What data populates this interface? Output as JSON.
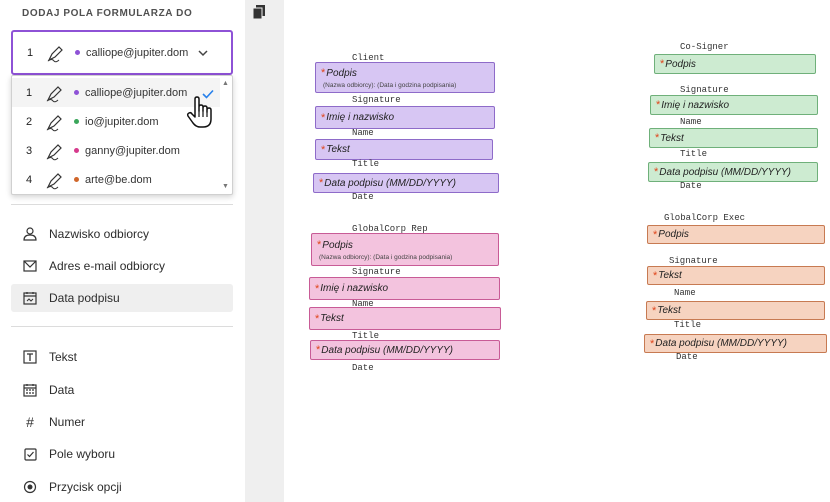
{
  "sidebar": {
    "title": "DODAJ POLA FORMULARZA DO",
    "selected_recipient": {
      "number": "1",
      "email": "calliope@jupiter.dom",
      "color": "#8e52d6"
    },
    "recipients": [
      {
        "number": "1",
        "email": "calliope@jupiter.dom",
        "color": "#8e52d6",
        "selected": true
      },
      {
        "number": "2",
        "email": "io@jupiter.dom",
        "color": "#3aa65a",
        "selected": false
      },
      {
        "number": "3",
        "email": "ganny@jupiter.dom",
        "color": "#d63a8c",
        "selected": false
      },
      {
        "number": "4",
        "email": "arte@be.dom",
        "color": "#d0662a",
        "selected": false
      }
    ],
    "fields_group1": [
      {
        "label": "Nazwisko odbiorcy",
        "icon": "person-icon"
      },
      {
        "label": "Adres e-mail odbiorcy",
        "icon": "mail-icon"
      },
      {
        "label": "Data podpisu",
        "icon": "calendar-signature-icon"
      }
    ],
    "fields_group2": [
      {
        "label": "Tekst",
        "icon": "text-field-icon"
      },
      {
        "label": "Data",
        "icon": "calendar-icon"
      },
      {
        "label": "Numer",
        "icon": "hash-icon"
      },
      {
        "label": "Pole wyboru",
        "icon": "checkbox-icon"
      },
      {
        "label": "Przycisk opcji",
        "icon": "radio-icon"
      }
    ]
  },
  "document": {
    "client": {
      "heading": "Client",
      "signature": "Podpis",
      "signature_sub": "(Nazwa odbiorcy): (Data i godzina podpisania)",
      "l_signature": "Signature",
      "name": "Imię i nazwisko",
      "l_name": "Name",
      "text": "Tekst",
      "l_title": "Title",
      "date": "Data podpisu (MM/DD/YYYY)",
      "l_date": "Date"
    },
    "globalcorp_rep": {
      "heading": "GlobalCorp Rep",
      "signature": "Podpis",
      "signature_sub": "(Nazwa odbiorcy): (Data i godzina podpisania)",
      "l_signature": "Signature",
      "name": "Imię i nazwisko",
      "l_name": "Name",
      "text": "Tekst",
      "l_title": "Title",
      "date": "Data podpisu (MM/DD/YYYY)",
      "l_date": "Date"
    },
    "cosigner": {
      "heading": "Co-Signer",
      "signature": "Podpis",
      "l_signature": "Signature",
      "name": "Imię i nazwisko",
      "l_name": "Name",
      "text": "Tekst",
      "l_title": "Title",
      "date": "Data podpisu (MM/DD/YYYY)",
      "l_date": "Date"
    },
    "globalcorp_exec": {
      "heading": "GlobalCorp Exec",
      "signature": "Podpis",
      "l_signature": "Signature",
      "text1": "Tekst",
      "l_name": "Name",
      "text2": "Tekst",
      "l_title": "Title",
      "date": "Data podpisu (MM/DD/YYYY)",
      "l_date": "Date"
    }
  }
}
